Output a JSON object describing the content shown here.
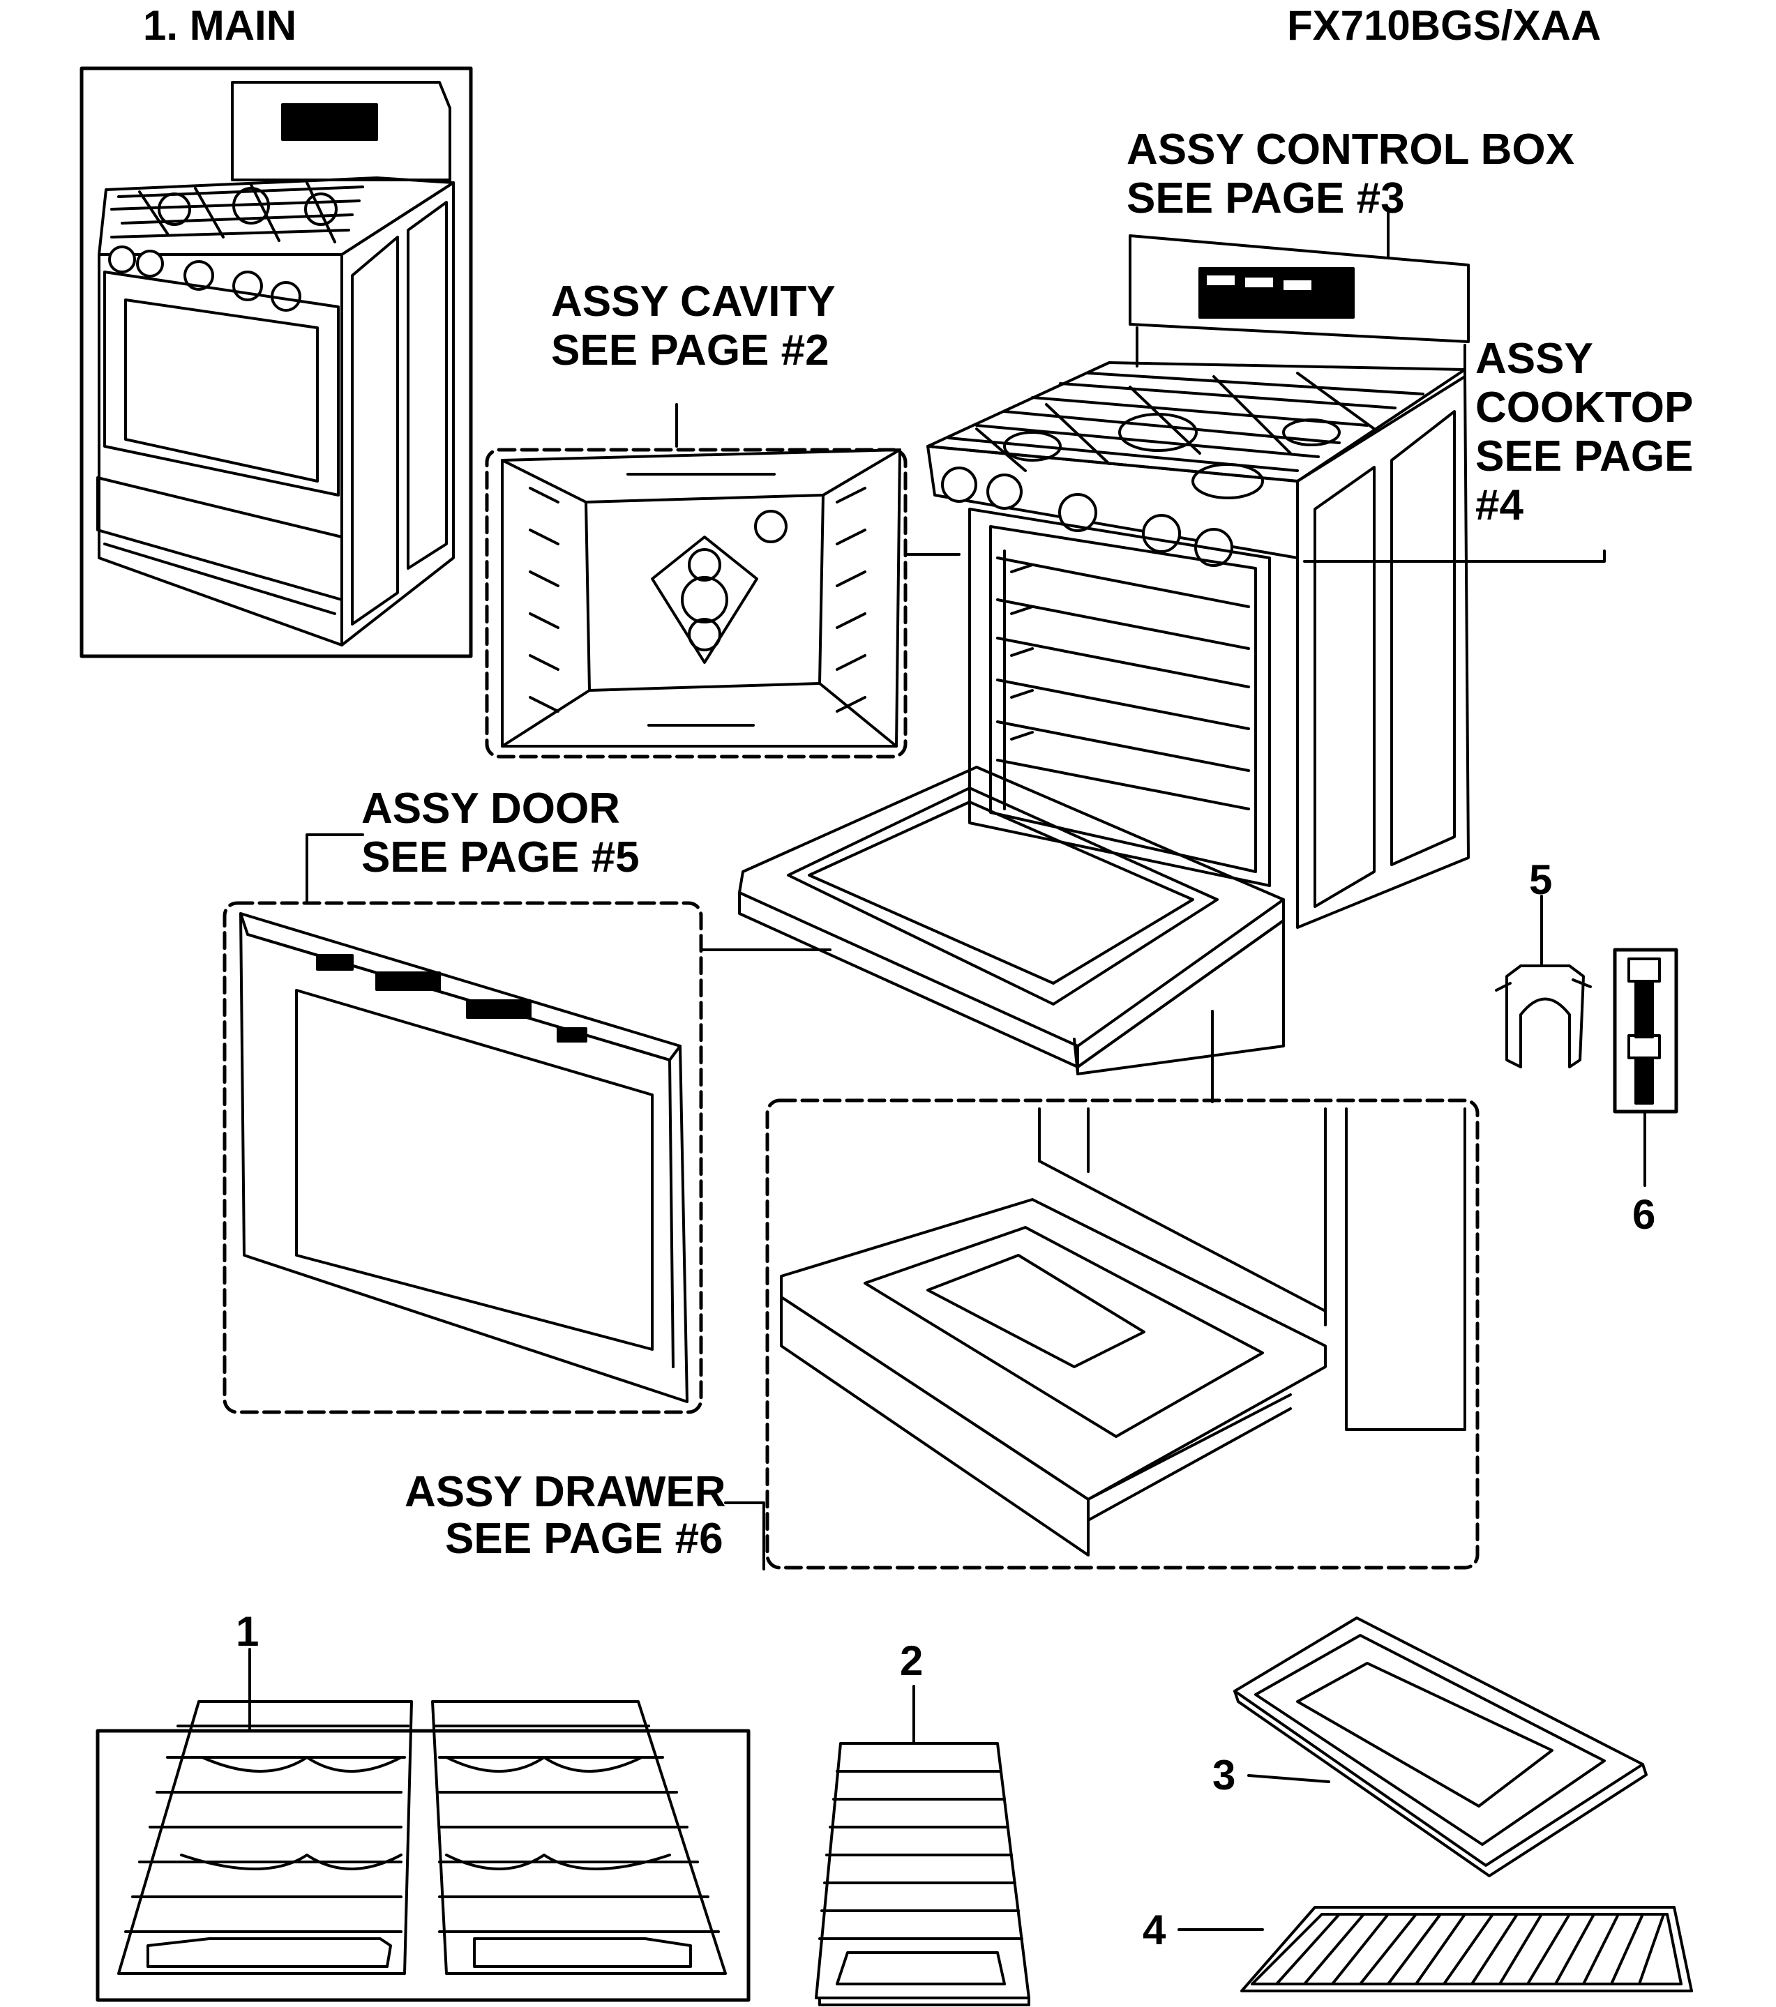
{
  "header": {
    "section_title": "1. MAIN",
    "model_number": "FX710BGS/XAA"
  },
  "assemblies": {
    "control_box": {
      "line1": "ASSY CONTROL BOX",
      "line2": "SEE PAGE #3"
    },
    "cavity": {
      "line1": "ASSY CAVITY",
      "line2": "SEE PAGE #2"
    },
    "cooktop": {
      "line1": "ASSY",
      "line2": "COOKTOP",
      "line3": "SEE PAGE",
      "line4": "#4"
    },
    "door": {
      "line1": "ASSY DOOR",
      "line2": "SEE PAGE #5"
    },
    "drawer": {
      "line1": "ASSY DRAWER",
      "line2": "SEE PAGE #6"
    }
  },
  "parts": {
    "p1": "1",
    "p2": "2",
    "p3": "3",
    "p4": "4",
    "p5": "5",
    "p6": "6"
  },
  "colors": {
    "ink": "#000000",
    "paper": "#ffffff",
    "panel": "#ececec"
  }
}
